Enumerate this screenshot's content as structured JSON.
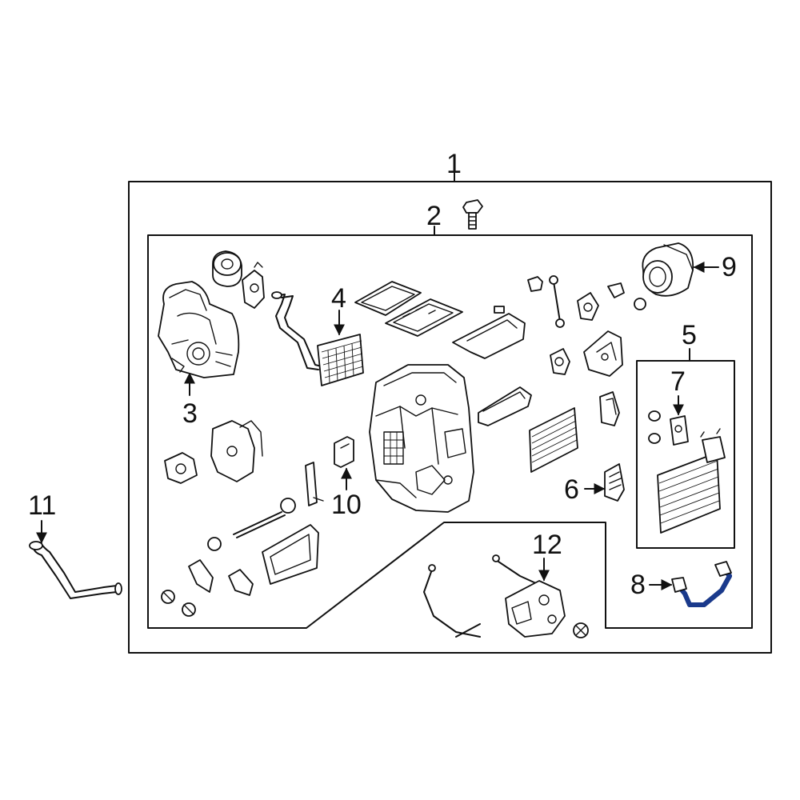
{
  "callouts": {
    "c1": "1",
    "c2": "2",
    "c3": "3",
    "c4": "4",
    "c5": "5",
    "c6": "6",
    "c7": "7",
    "c8": "8",
    "c9": "9",
    "c10": "10",
    "c11": "11",
    "c12": "12"
  },
  "colors": {
    "line": "#111111",
    "highlight": "#1a3a8c",
    "highlight_outline": "#0b1f55",
    "background": "#ffffff"
  }
}
